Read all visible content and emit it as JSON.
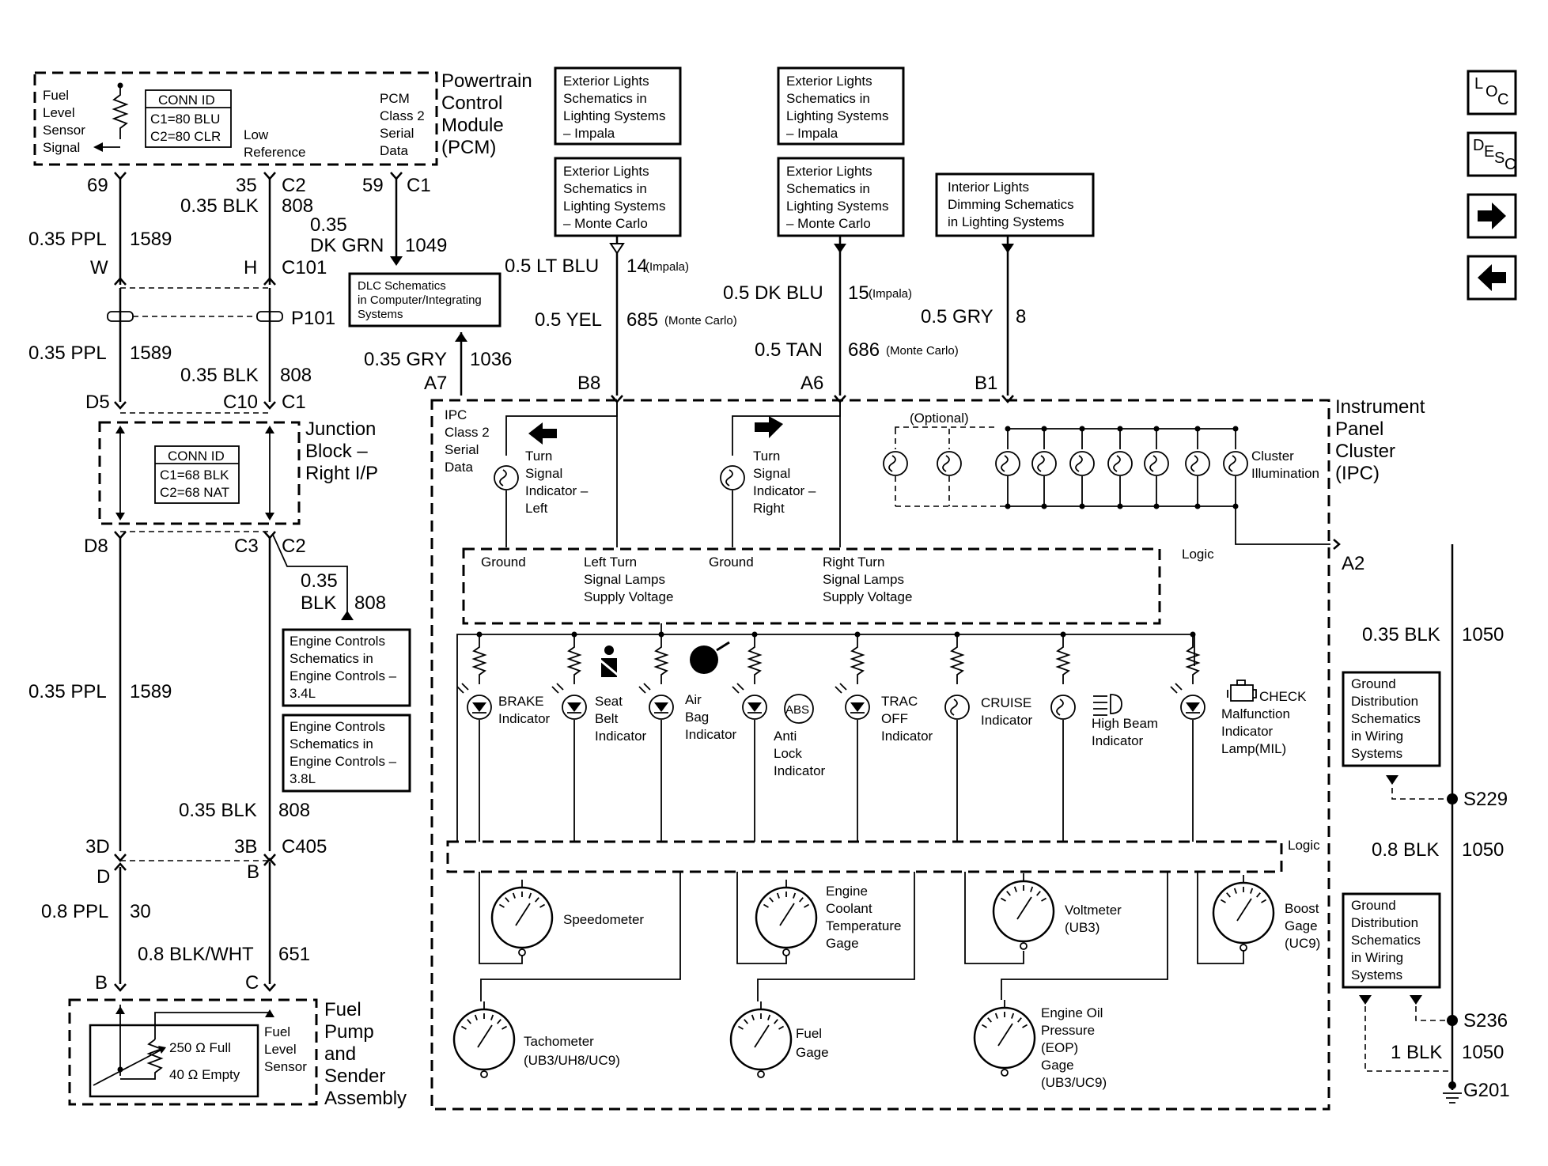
{
  "nav": {
    "loc": "LOC",
    "desc": "DESC"
  },
  "pcm": {
    "title": [
      "Powertrain",
      "Control",
      "Module",
      "(PCM)"
    ],
    "fuel_signal": [
      "Fuel",
      "Level",
      "Sensor",
      "Signal"
    ],
    "conn_title": "CONN ID",
    "conn_lines": [
      "C1=80 BLU",
      "C2=80 CLR"
    ],
    "low_ref": [
      "Low",
      "Reference"
    ],
    "serial": [
      "PCM",
      "Class 2",
      "Serial",
      "Data"
    ],
    "pin69": "69",
    "pin35": "35",
    "conn_c2": "C2",
    "wire808_top": "808",
    "blk_top": "0.35 BLK",
    "pin59": "59",
    "conn_c1": "C1",
    "dkgrn_size": "0.35",
    "dkgrn_color": "DK GRN",
    "dkgrn_ckt": "1049"
  },
  "left": {
    "ppl1": "0.35 PPL",
    "ckt1589_a": "1589",
    "pinW": "W",
    "pinH": "H",
    "c101": "C101",
    "p101": "P101",
    "ppl2": "0.35 PPL",
    "ckt1589_b": "1589",
    "blk2": "0.35 BLK",
    "ckt808_b": "808",
    "d5": "D5",
    "c10": "C10",
    "c1": "C1",
    "jb_title": [
      "Junction",
      "Block –",
      "Right I/P"
    ],
    "jb_conn_title": "CONN ID",
    "jb_conn_lines": [
      "C1=68 BLK",
      "C2=68 NAT"
    ],
    "d8": "D8",
    "c3": "C3",
    "c2": "C2",
    "blk3_size": "0.35",
    "blk3_color": "BLK",
    "ckt808_c": "808",
    "ec34": [
      "Engine Controls",
      "Schematics in",
      "Engine Controls –",
      "3.4L"
    ],
    "ec38": [
      "Engine Controls",
      "Schematics in",
      "Engine Controls –",
      "3.8L"
    ],
    "ppl3": "0.35 PPL",
    "ckt1589_c": "1589",
    "blk4": "0.35 BLK",
    "ckt808_d": "808",
    "p3d": "3D",
    "p3b": "3B",
    "c405": "C405",
    "pD": "D",
    "pB": "B",
    "ppl4": "0.8 PPL",
    "ckt30": "30",
    "blkwht": "0.8 BLK/WHT",
    "ckt651": "651",
    "pB2": "B",
    "pC2": "C",
    "fuel_title": [
      "Fuel",
      "Pump",
      "and",
      "Sender",
      "Assembly"
    ],
    "full": "250 Ω Full",
    "empty": "40 Ω Empty",
    "fuel_sensor": [
      "Fuel",
      "Level",
      "Sensor"
    ]
  },
  "refs": {
    "ext_imp_a": [
      "Exterior Lights",
      "Schematics in",
      "Lighting Systems",
      "– Impala"
    ],
    "ext_mc_a": [
      "Exterior Lights",
      "Schematics in",
      "Lighting Systems",
      "– Monte Carlo"
    ],
    "ext_imp_b": [
      "Exterior Lights",
      "Schematics in",
      "Lighting Systems",
      "– Impala"
    ],
    "ext_mc_b": [
      "Exterior Lights",
      "Schematics in",
      "Lighting Systems",
      "– Monte Carlo"
    ],
    "interior": [
      "Interior Lights",
      "Dimming Schematics",
      "in Lighting Systems"
    ],
    "dlc": [
      "DLC Schematics",
      "in Computer/Integrating",
      "Systems"
    ]
  },
  "mid": {
    "ltblu": "0.5 LT BLU",
    "ckt14": "14",
    "impala1": "(Impala)",
    "yel": "0.5 YEL",
    "ckt685": "685",
    "mc1": "(Monte Carlo)",
    "gry036": "0.35 GRY",
    "ckt1036": "1036",
    "a7": "A7",
    "b8": "B8",
    "dkblu": "0.5 DK BLU",
    "ckt15": "15",
    "impala2": "(Impala)",
    "tan": "0.5 TAN",
    "ckt686": "686",
    "mc2": "(Monte Carlo)",
    "a6": "A6",
    "gry05": "0.5 GRY",
    "ckt8": "8",
    "b1": "B1"
  },
  "ipc": {
    "title": [
      "Instrument",
      "Panel",
      "Cluster",
      "(IPC)"
    ],
    "serial": [
      "IPC",
      "Class 2",
      "Serial",
      "Data"
    ],
    "turn_left": [
      "Turn",
      "Signal",
      "Indicator –",
      "Left"
    ],
    "turn_right": [
      "Turn",
      "Signal",
      "Indicator –",
      "Right"
    ],
    "optional": "(Optional)",
    "cluster": [
      "Cluster",
      "Illumination"
    ],
    "logic1": "Logic",
    "logic2": "Logic",
    "ground1": "Ground",
    "ground2": "Ground",
    "left_supply": [
      "Left Turn",
      "Signal Lamps",
      "Supply Voltage"
    ],
    "right_supply": [
      "Right Turn",
      "Signal Lamps",
      "Supply Voltage"
    ],
    "brake": [
      "BRAKE",
      "Indicator"
    ],
    "seatbelt": [
      "Seat",
      "Belt",
      "Indicator"
    ],
    "airbag": [
      "Air",
      "Bag",
      "Indicator"
    ],
    "abs_badge": "ABS",
    "abs": [
      "Anti",
      "Lock",
      "Indicator"
    ],
    "trac": [
      "TRAC",
      "OFF",
      "Indicator"
    ],
    "cruise": [
      "CRUISE",
      "Indicator"
    ],
    "highbeam": [
      "High Beam",
      "Indicator"
    ],
    "check": "CHECK",
    "mil": [
      "Malfunction",
      "Indicator",
      "Lamp(MIL)"
    ],
    "speedo": "Speedometer",
    "coolant": [
      "Engine",
      "Coolant",
      "Temperature",
      "Gage"
    ],
    "volt": [
      "Voltmeter",
      "(UB3)"
    ],
    "boost": [
      "Boost",
      "Gage",
      "(UC9)"
    ],
    "tach": [
      "Tachometer",
      "(UB3/UH8/UC9)"
    ],
    "fuelgage": [
      "Fuel",
      "Gage"
    ],
    "eop": [
      "Engine Oil",
      "Pressure",
      "(EOP)",
      "Gage",
      "(UB3/UC9)"
    ],
    "a2": "A2"
  },
  "right": {
    "blk035": "0.35 BLK",
    "ckt1050_a": "1050",
    "gd1": [
      "Ground",
      "Distribution",
      "Schematics",
      "in Wiring",
      "Systems"
    ],
    "s229": "S229",
    "blk08": "0.8 BLK",
    "ckt1050_b": "1050",
    "gd2": [
      "Ground",
      "Distribution",
      "Schematics",
      "in Wiring",
      "Systems"
    ],
    "s236": "S236",
    "blk1": "1 BLK",
    "ckt1050_c": "1050",
    "g201": "G201"
  }
}
